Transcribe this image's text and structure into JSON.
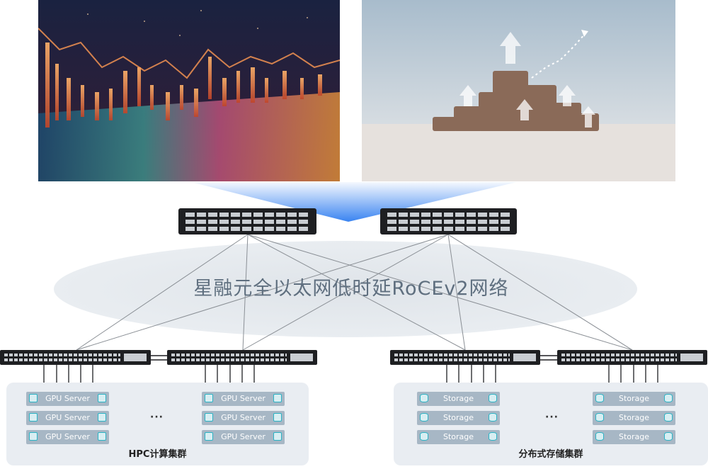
{
  "images": {
    "left_photo": "financial-market-candlestick-chart-photo",
    "right_photo": "coin-stacks-growth-arrows-photo"
  },
  "network_label": "星融元全以太网低时延RoCEv2网络",
  "clusters": [
    {
      "label": "HPC计算集群",
      "node_label": "GPU Server",
      "node_icon": "gpu-chip-icon",
      "ellipsis": "···",
      "groups": [
        [
          "GPU Server",
          "GPU Server",
          "GPU Server"
        ],
        [
          "GPU Server",
          "GPU Server",
          "GPU Server"
        ]
      ]
    },
    {
      "label": "分布式存储集群",
      "node_label": "Storage",
      "node_icon": "database-icon",
      "ellipsis": "···",
      "groups": [
        [
          "Storage",
          "Storage",
          "Storage"
        ],
        [
          "Storage",
          "Storage",
          "Storage"
        ]
      ]
    }
  ],
  "colors": {
    "cone_blue": "#2f7df0",
    "ellipse_gray": "#e6eaee",
    "link_gray": "#8a8f95",
    "switch_dark": "#1e1f22",
    "cluster_bg": "#e9edf2",
    "node_bg": "#a7b7c5",
    "icon_teal": "#2bb3c5"
  }
}
